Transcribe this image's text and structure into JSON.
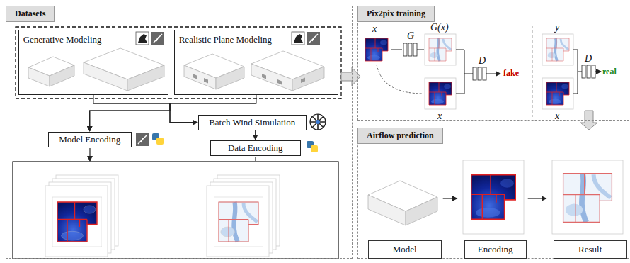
{
  "diagram": {
    "nodes": [
      {
        "text": [
          "Datasets"
        ]
      },
      {
        "text": [
          "Generative Modeling"
        ],
        "in": 0
      },
      {
        "text": [
          "Realistic Plane Modeling"
        ],
        "in": 0
      },
      {
        "text": [
          "Model Encoding"
        ],
        "in": 0
      },
      {
        "text": [
          "Batch Wind Simulation"
        ],
        "in": 0
      },
      {
        "text": [
          "Data Encoding"
        ],
        "in": 0
      },
      {
        "text": [
          "Pix2pix training"
        ]
      },
      {
        "text": [
          "Airflow prediction"
        ]
      },
      {
        "text": [
          "Model"
        ],
        "in": 7
      },
      {
        "text": [
          "Encoding"
        ],
        "in": 7
      },
      {
        "text": [
          "Result"
        ],
        "in": 7
      }
    ],
    "edges": [
      {
        "from": 1,
        "to": 3,
        "arrow": "to"
      },
      {
        "from": 1,
        "to": 4,
        "arrow": "to"
      },
      {
        "from": 2,
        "to": 3,
        "arrow": "to"
      },
      {
        "from": 2,
        "to": 4,
        "arrow": "to"
      },
      {
        "from": 4,
        "to": 5,
        "arrow": "to"
      },
      {
        "from": 0,
        "to": 6,
        "arrow": "to"
      },
      {
        "from": 6,
        "to": 7,
        "arrow": "to"
      },
      {
        "from": 8,
        "to": 9,
        "arrow": "to"
      },
      {
        "from": 9,
        "to": 10,
        "arrow": "to"
      }
    ],
    "labels": [
      "x",
      "G",
      "G(x)",
      "x",
      "D",
      "fake",
      "y",
      "x",
      "D",
      "real"
    ]
  }
}
